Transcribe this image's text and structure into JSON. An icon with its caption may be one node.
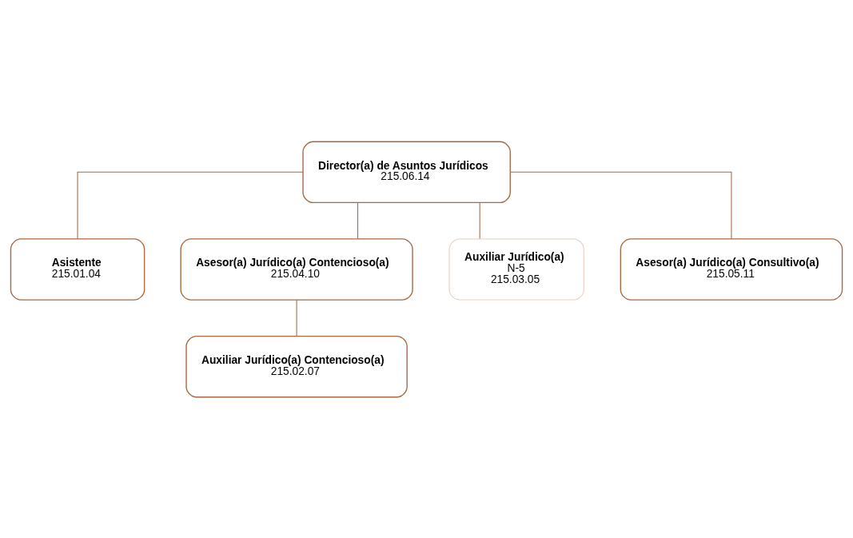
{
  "diagram": {
    "nodes": [
      {
        "text": [
          "Director(a) de Asuntos Jurídicos",
          "215.06.14"
        ]
      },
      {
        "text": [
          "Asistente",
          "215.01.04"
        ]
      },
      {
        "text": [
          "Asesor(a) Jurídico(a) Contencioso(a)",
          "215.04.10"
        ]
      },
      {
        "text": [
          "Auxiliar Jurídico(a)",
          "N-5",
          "215.03.05"
        ]
      },
      {
        "text": [
          "Asesor(a) Jurídico(a) Consultivo(a)",
          "215.05.11"
        ]
      },
      {
        "text": [
          "Auxiliar Jurídico(a) Contencioso(a)",
          "215.02.07"
        ]
      }
    ],
    "edges": [
      {
        "from": 0,
        "to": 1,
        "arrow": "none"
      },
      {
        "from": 0,
        "to": 2,
        "arrow": "none"
      },
      {
        "from": 0,
        "to": 3,
        "arrow": "none"
      },
      {
        "from": 0,
        "to": 4,
        "arrow": "none"
      },
      {
        "from": 2,
        "to": 5,
        "arrow": "none"
      }
    ]
  }
}
